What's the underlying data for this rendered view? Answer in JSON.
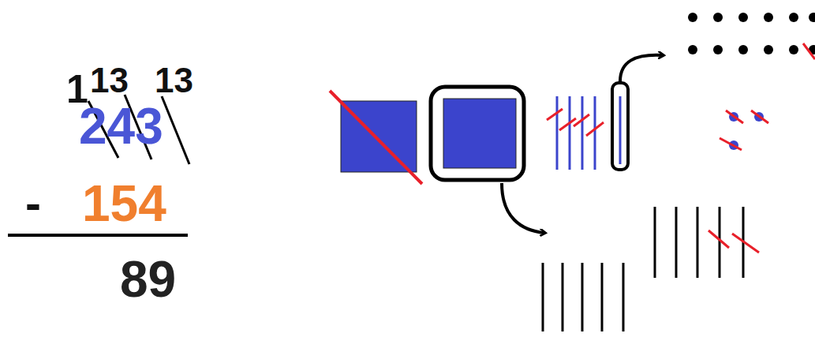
{
  "diagram": {
    "labels": [
      "1",
      "13",
      "13",
      "243",
      "-",
      "154",
      "89"
    ]
  }
}
